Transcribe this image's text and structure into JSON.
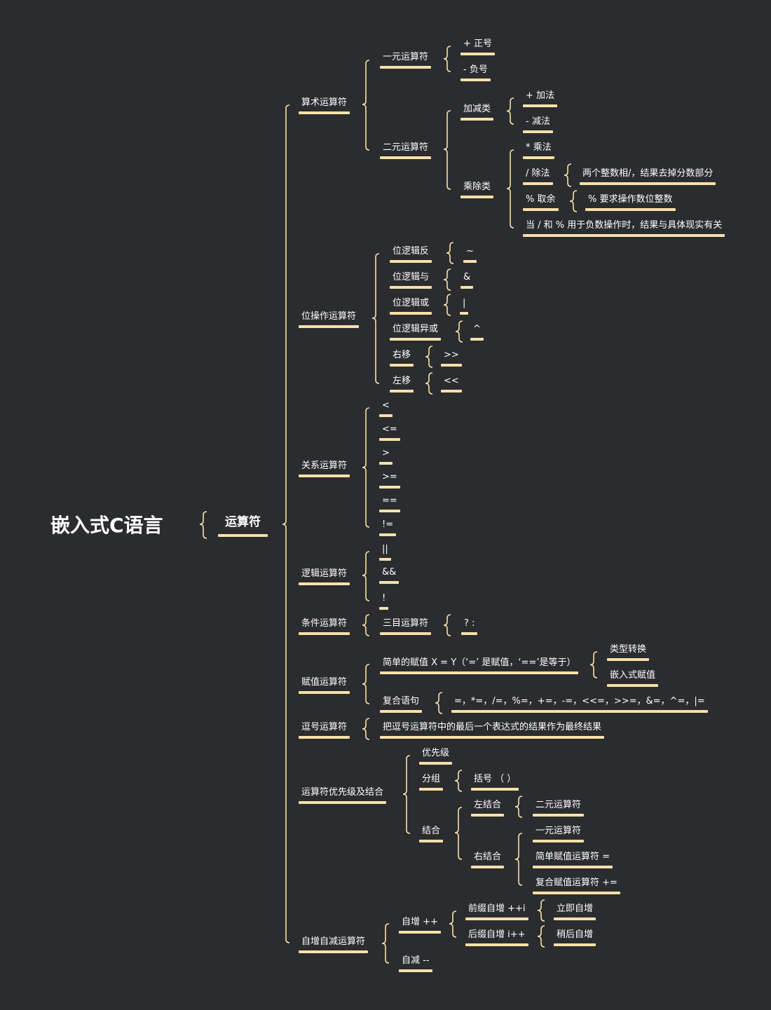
{
  "root": "嵌入式C语言",
  "child": "运算符",
  "branches": {
    "arith": {
      "label": "算术运算符",
      "unary": {
        "label": "一元运算符",
        "pos": "+ 正号",
        "neg": "- 负号"
      },
      "binary": {
        "label": "二元运算符",
        "addsub": {
          "label": "加减类",
          "add": "+ 加法",
          "sub": "- 减法"
        },
        "muldiv": {
          "label": "乘除类",
          "mul": "* 乘法",
          "div": "/ 除法",
          "div_note": "两个整数相/，结果去掉分数部分",
          "mod": "% 取余",
          "mod_note": "% 要求操作数位整数",
          "neg_note": "当 / 和 % 用于负数操作时，结果与具体现实有关"
        }
      }
    },
    "bit": {
      "label": "位操作运算符",
      "not": {
        "label": "位逻辑反",
        "op": "~"
      },
      "and": {
        "label": "位逻辑与",
        "op": "&"
      },
      "or": {
        "label": "位逻辑或",
        "op": "|"
      },
      "xor": {
        "label": "位逻辑异或",
        "op": "^"
      },
      "shr": {
        "label": "右移",
        "op": ">>"
      },
      "shl": {
        "label": "左移",
        "op": "<<"
      }
    },
    "rel": {
      "label": "关系运算符",
      "ops": [
        "<",
        "<=",
        ">",
        ">=",
        "==",
        "!="
      ]
    },
    "logic": {
      "label": "逻辑运算符",
      "ops": [
        "||",
        "&&",
        "!"
      ]
    },
    "cond": {
      "label": "条件运算符",
      "ternary": "三目运算符",
      "op": "? :"
    },
    "assign": {
      "label": "赋值运算符",
      "simple": "简单的赋值 X = Y（‘=’ 是赋值，‘==’是等于）",
      "conv": "类型转换",
      "embed": "嵌入式赋值",
      "compound": "复合语句",
      "compound_ops": "=，*=，/=，%=，+=，-=，<<=，>>=，&=，^=，|="
    },
    "comma": {
      "label": "逗号运算符",
      "desc": "把逗号运算符中的最后一个表达式的结果作为最终结果"
    },
    "prec": {
      "label": "运算符优先级及结合",
      "priority": "优先级",
      "group": "分组",
      "paren": "括号 （ ）",
      "assoc": "结合",
      "left": "左结合",
      "left_binary": "二元运算符",
      "right": "右结合",
      "right_unary": "一元运算符",
      "right_simple": "简单赋值运算符 =",
      "right_compound": "复合赋值运算符 +="
    },
    "incdec": {
      "label": "自增自减运算符",
      "inc": "自增 ++",
      "prefix": "前缀自增 ++i",
      "prefix_note": "立即自增",
      "postfix": "后缀自增 i++",
      "postfix_note": "稍后自增",
      "dec": "自减 --"
    }
  },
  "colors": {
    "background": "#2b2c2f",
    "underline": "#f7e1a9",
    "text": "#ffffff"
  }
}
